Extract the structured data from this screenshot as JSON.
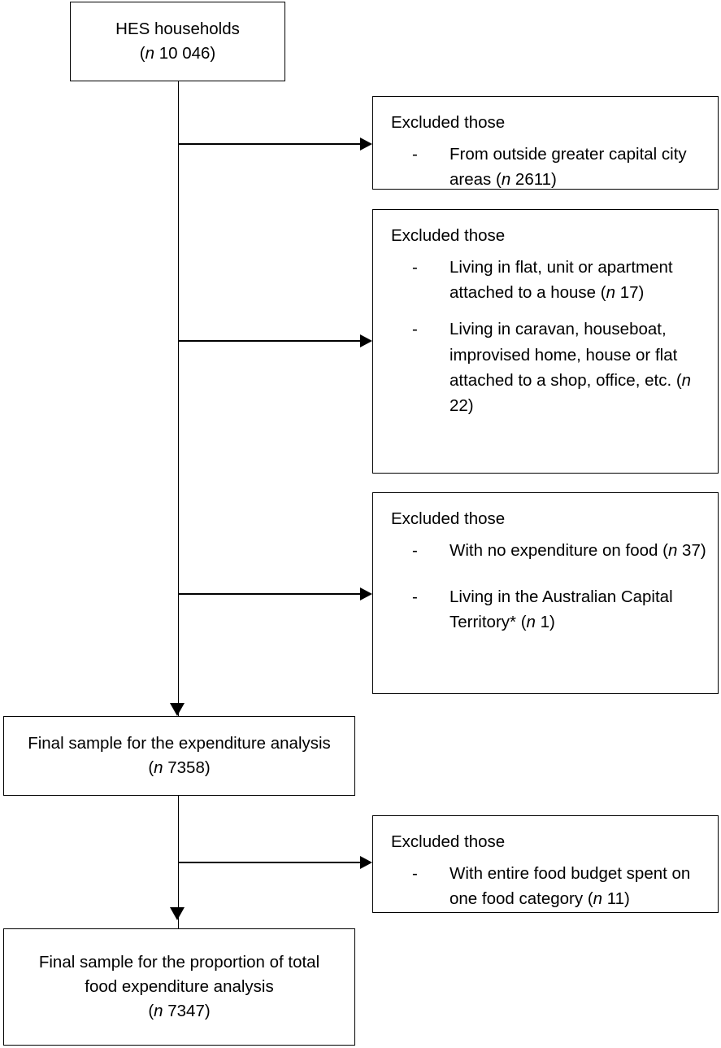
{
  "figure": {
    "type": "flow-diagram",
    "title": "HES household sample selection flow chart",
    "footnote_marker": "*"
  },
  "nodes": {
    "top": {
      "line1": "HES households",
      "n_prefix": "(",
      "n_symbol": "n",
      "n_value": " 10 046)",
      "n_text": "(n 10 046)"
    },
    "final_expenditure": {
      "line1": "Final sample for the expenditure analysis",
      "n_symbol": "n",
      "n_value": " 7358)",
      "n_text": "(n 7358)"
    },
    "final_proportion": {
      "line1": "Final sample for the proportion of total",
      "line2": "food expenditure analysis",
      "n_symbol": "n",
      "n_value": " 7347)",
      "n_text": "(n 7347)"
    }
  },
  "exclusions": [
    {
      "id": "exclusion-1",
      "heading": "Excluded those",
      "bullet_marker": "-",
      "items": [
        {
          "text_before": "From outside greater capital city areas (",
          "n_symbol": "n",
          "text_after": " 2611)",
          "full_text": "From outside greater capital city areas (n 2611)",
          "n_value": 2611
        }
      ]
    },
    {
      "id": "exclusion-2",
      "heading": "Excluded those",
      "bullet_marker": "-",
      "items": [
        {
          "text_before": "Living in flat, unit or apartment attached to a house (",
          "n_symbol": "n",
          "text_after": " 17)",
          "full_text": "Living in flat, unit or apartment attached to a house (n 17)",
          "n_value": 17
        },
        {
          "text_before": "Living in caravan, houseboat, improvised home, house or flat attached to a shop, office, etc. (",
          "n_symbol": "n",
          "text_after": " 22)",
          "full_text": "Living in caravan, houseboat, improvised home, house or flat attached to a shop, office, etc. (n 22)",
          "n_value": 22
        }
      ]
    },
    {
      "id": "exclusion-3",
      "heading": "Excluded those",
      "bullet_marker": "-",
      "items": [
        {
          "text_before": "With no expenditure on food (",
          "n_symbol": "n",
          "text_after": " 37)",
          "full_text": "With no expenditure on food (n 37)",
          "n_value": 37
        },
        {
          "text_before": "Living in the Australian Capital Territory* (",
          "n_symbol": "n",
          "text_after": " 1)",
          "full_text": "Living in the Australian Capital Territory* (n 1)",
          "n_value": 1
        }
      ]
    },
    {
      "id": "exclusion-4",
      "heading": "Excluded those",
      "bullet_marker": "-",
      "items": [
        {
          "text_before": "With entire food budget spent on one food category (",
          "n_symbol": "n",
          "text_after": " 11)",
          "full_text": "With entire food budget spent on one food category (n 11)",
          "n_value": 11
        }
      ]
    }
  ],
  "colors": {
    "stroke": "#000000",
    "background": "#ffffff",
    "text": "#000000"
  }
}
